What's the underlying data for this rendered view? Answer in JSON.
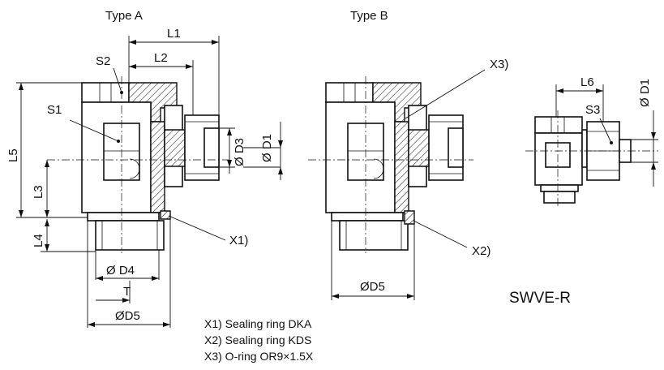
{
  "views": {
    "type_a": "Type A",
    "type_b": "Type B",
    "code": "SWVE-R"
  },
  "dimensions": {
    "L1": "L1",
    "L2": "L2",
    "L3": "L3",
    "L4": "L4",
    "L5": "L5",
    "L6": "L6",
    "S1": "S1",
    "S2": "S2",
    "S3": "S3",
    "D1_a": "Ø D1",
    "D3": "Ø D3",
    "D4": "Ø D4",
    "T": "T",
    "D5_a": "ØD5",
    "D5_b": "ØD5",
    "D1_c": "Ø D1"
  },
  "callouts": {
    "x1": "X1)",
    "x2": "X2)",
    "x3": "X3)"
  },
  "notes": [
    "X1) Sealing ring DKA",
    "X2) Sealing ring KDS",
    "X3) O-ring OR9×1.5X"
  ]
}
